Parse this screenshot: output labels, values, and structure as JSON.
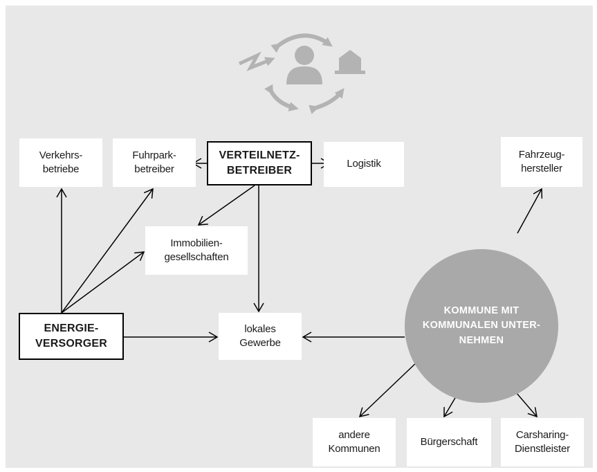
{
  "colors": {
    "background": "#e8e8e8",
    "box": "#ffffff",
    "border": "#000000",
    "arrow": "#000000",
    "circle": "#a9a9a9",
    "circle_text": "#ffffff",
    "icon": "#b3b3b3"
  },
  "header_icons": [
    "lightning-icon",
    "person-icon",
    "house-icon",
    "cycle-arrows-icon"
  ],
  "nodes": {
    "verkehrsbetriebe": "Verkehrs-\nbetriebe",
    "fuhrparkbetreiber": "Fuhrpark-\nbetreiber",
    "verteilnetzbetreiber": "VERTEILNETZ-\nBETREIBER",
    "logistik": "Logistik",
    "fahrzeughersteller": "Fahrzeug-\nhersteller",
    "immobiliengesellschaften": "Immobilien-\ngesellschaften",
    "energieversorger": "ENERGIE-\nVERSORGER",
    "lokales_gewerbe": "lokales\nGewerbe",
    "kommune": "KOMMUNE MIT\nKOMMUNALEN UNTER-\nNEHMEN",
    "andere_kommunen": "andere\nKommunen",
    "buergerschaft": "Bürgerschaft",
    "carsharing": "Carsharing-\nDienstleister"
  },
  "edges": [
    {
      "from": "verteilnetzbetreiber",
      "to": "fuhrparkbetreiber"
    },
    {
      "from": "verteilnetzbetreiber",
      "to": "logistik"
    },
    {
      "from": "verteilnetzbetreiber",
      "to": "immobiliengesellschaften"
    },
    {
      "from": "verteilnetzbetreiber",
      "to": "lokales_gewerbe"
    },
    {
      "from": "energieversorger",
      "to": "verkehrsbetriebe"
    },
    {
      "from": "energieversorger",
      "to": "fuhrparkbetreiber"
    },
    {
      "from": "energieversorger",
      "to": "immobiliengesellschaften"
    },
    {
      "from": "energieversorger",
      "to": "lokales_gewerbe"
    },
    {
      "from": "kommune",
      "to": "lokales_gewerbe"
    },
    {
      "from": "kommune",
      "to": "fahrzeughersteller"
    },
    {
      "from": "kommune",
      "to": "andere_kommunen"
    },
    {
      "from": "kommune",
      "to": "buergerschaft"
    },
    {
      "from": "kommune",
      "to": "carsharing"
    }
  ]
}
